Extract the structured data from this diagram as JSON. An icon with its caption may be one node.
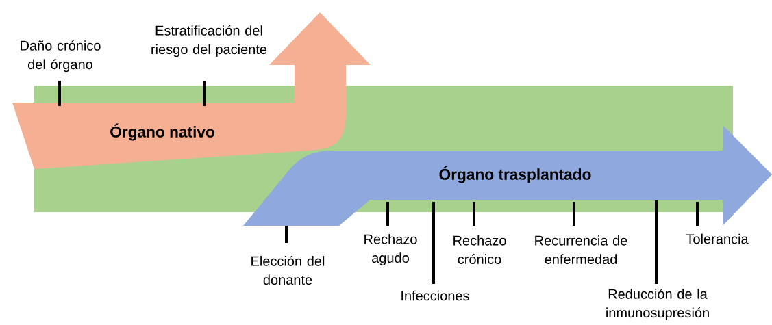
{
  "diagram": {
    "nodes": [
      {
        "text": [
          "Órgano nativo"
        ]
      },
      {
        "text": [
          "Órgano trasplantado"
        ]
      }
    ],
    "labels": [
      "Daño crónico del órgano",
      "Estratificación del riesgo del paciente",
      "Elección del donante",
      "Rechazo agudo",
      "Rechazo crónico",
      "Recurrencia de enfermedad",
      "Tolerancia",
      "Infecciones",
      "Reducción de la inmunosupresión"
    ]
  }
}
